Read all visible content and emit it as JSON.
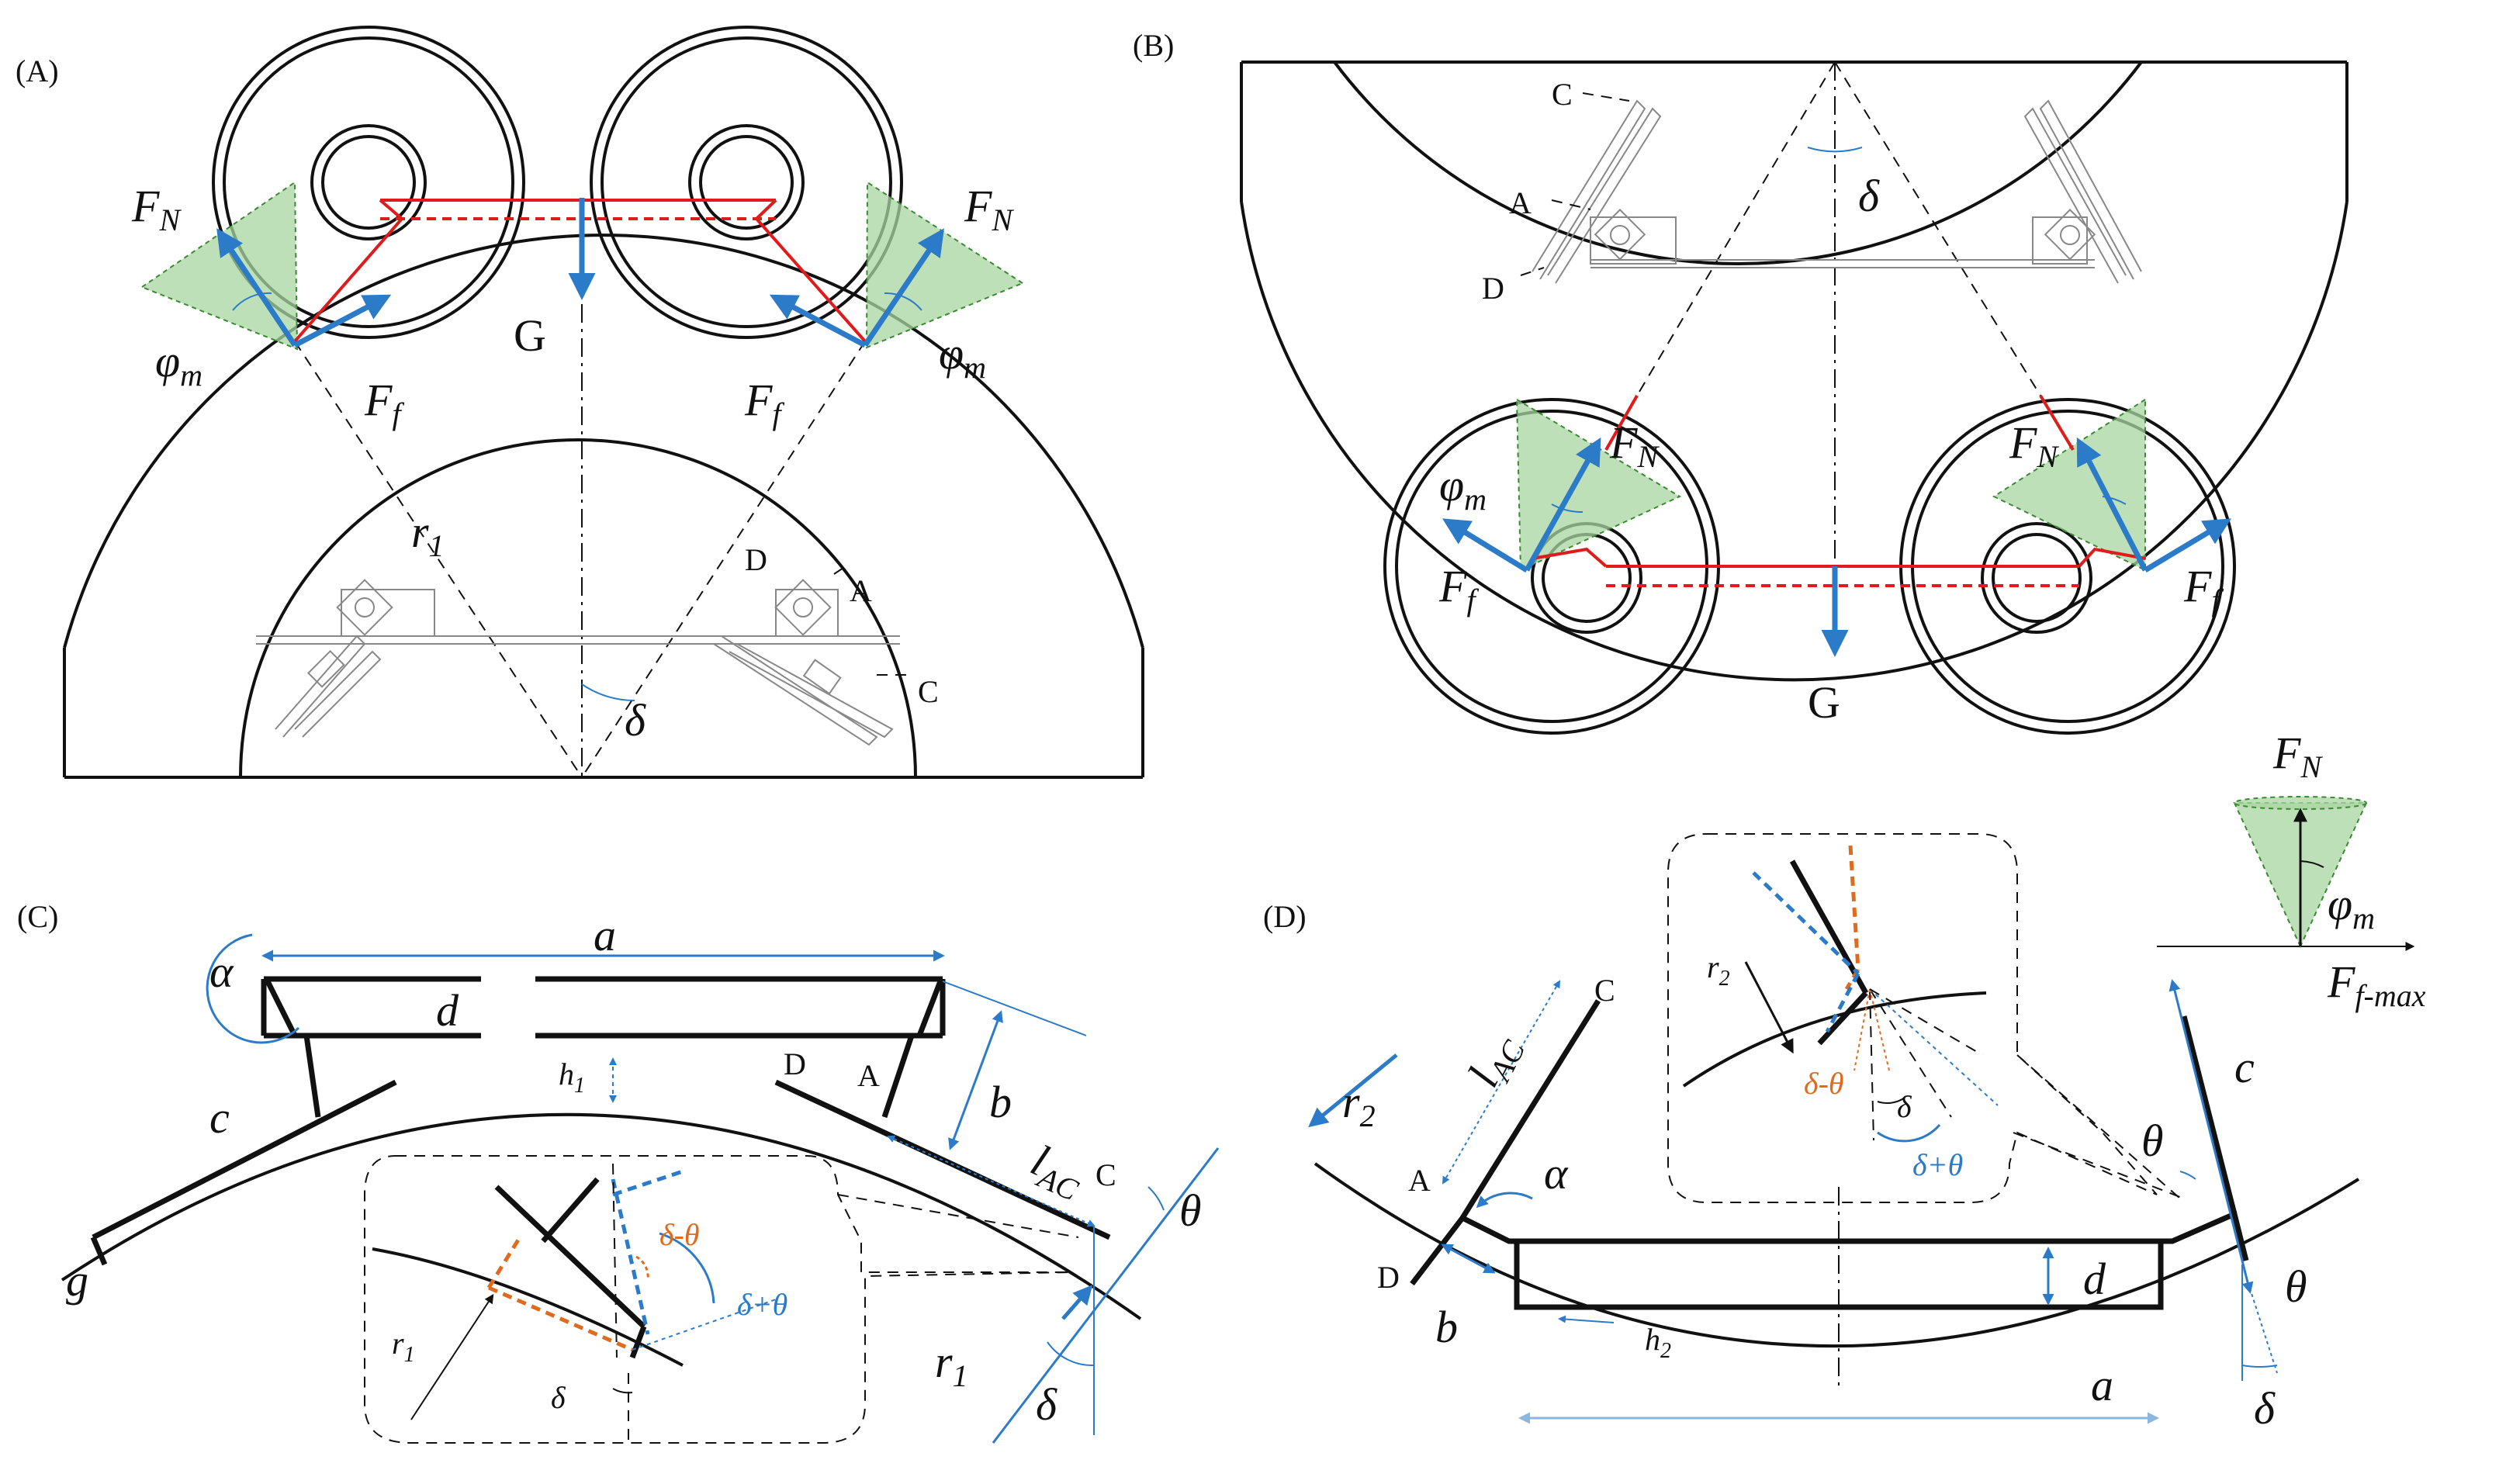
{
  "panels": {
    "A": {
      "label": "(A)",
      "F_N_left": "F",
      "F_N_left_sub": "N",
      "F_N_right": "F",
      "F_N_right_sub": "N",
      "phi_left": "φ",
      "phi_left_sub": "m",
      "phi_right": "φ",
      "phi_right_sub": "m",
      "F_f_left": "F",
      "F_f_left_sub": "f",
      "F_f_right": "F",
      "F_f_right_sub": "f",
      "G": "G",
      "r": "r",
      "r_sub": "1",
      "delta": "δ",
      "D": "D",
      "A": "A",
      "C": "C"
    },
    "B": {
      "label": "(B)",
      "C": "C",
      "A": "A",
      "D": "D",
      "delta": "δ",
      "F_N_left": "F",
      "F_N_left_sub": "N",
      "F_N_right": "F",
      "F_N_right_sub": "N",
      "phi": "φ",
      "phi_sub": "m",
      "F_f_left": "F",
      "F_f_left_sub": "f",
      "F_f_right": "F",
      "F_f_right_sub": "f",
      "G": "G"
    },
    "C": {
      "label": "(C)",
      "alpha": "α",
      "a": "a",
      "d": "d",
      "c": "c",
      "g": "g",
      "h": "h",
      "h_sub": "1",
      "D": "D",
      "A": "A",
      "C": "C",
      "b": "b",
      "l": "l",
      "l_sub": "AC",
      "theta": "θ",
      "r_inset": "r",
      "r_inset_sub": "1",
      "delta_minus_theta": "δ-θ",
      "delta_plus_theta": "δ+θ",
      "delta_inset": "δ",
      "r_right": "r",
      "r_right_sub": "1",
      "delta_right": "δ"
    },
    "D": {
      "label": "(D)",
      "r": "r",
      "r_sub": "2",
      "l": "l",
      "l_sub": "AC",
      "C": "C",
      "A": "A",
      "D": "D",
      "alpha": "α",
      "b": "b",
      "d": "d",
      "h": "h",
      "h_sub": "2",
      "a": "a",
      "c": "c",
      "theta_top": "θ",
      "theta_bottom": "θ",
      "delta": "δ",
      "r_inset": "r",
      "r_inset_sub": "2",
      "delta_minus_theta": "δ-θ",
      "delta_inset": "δ",
      "delta_plus_theta": "δ+θ"
    },
    "cone_legend": {
      "F_N": "F",
      "F_N_sub": "N",
      "phi": "φ",
      "phi_sub": "m",
      "F_f": "F",
      "F_f_sub": "f-max"
    }
  },
  "colors": {
    "force_arrow": "#2b7bc9",
    "frame": "#e01b1b",
    "friction_cone": "#a8d6a0",
    "angle_orange": "#e06b1e"
  }
}
